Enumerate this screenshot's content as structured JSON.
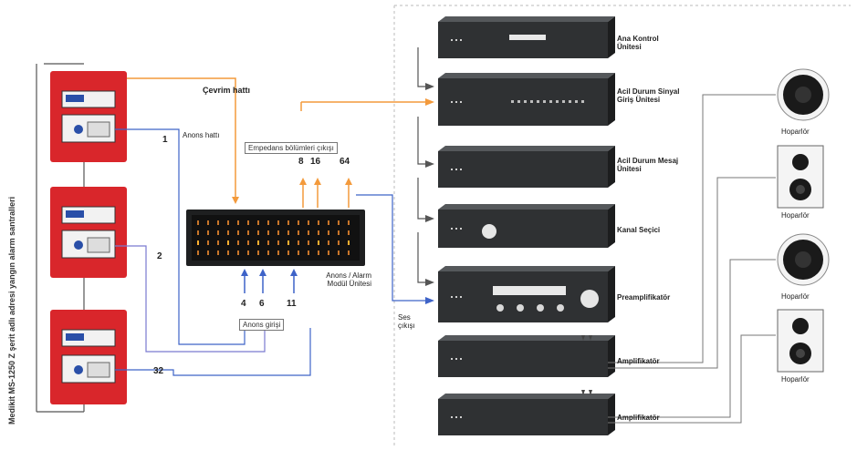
{
  "vertical_caption": "Medikit MS-1250 Z şerit adlı adresi yangın alarm santralleri",
  "labels": {
    "cevrim_hatti": "Çevrim hattı",
    "anons_hatti": "Anons hattı",
    "empedans_box": "Empedans bölümleri çıkışı",
    "main_unit": "Anons / Alarm Modül Ünitesi",
    "anons_girisi": "Anons girişi",
    "ses_cikisi": "Ses çıkışı"
  },
  "numbers": {
    "n1": "1",
    "n2": "2",
    "n32": "32",
    "imp1": "8",
    "imp2": "16",
    "imp3": "64",
    "in1": "4",
    "in2": "6",
    "in3": "11"
  },
  "devices": [
    {
      "label": "Ana Kontrol Ünitesi"
    },
    {
      "label": "Acil Durum Sinyal Giriş Ünitesi"
    },
    {
      "label": "Acil Durum Mesaj Ünitesi"
    },
    {
      "label": "Kanal Seçici"
    },
    {
      "label": "Preamplifikatör"
    },
    {
      "label": "Amplifikatör"
    },
    {
      "label": "Amplifikatör"
    }
  ],
  "speakers": [
    {
      "label": "Hoparlör"
    },
    {
      "label": "Hoparlör"
    },
    {
      "label": "Hoparlör"
    },
    {
      "label": "Hoparlör"
    }
  ],
  "colors": {
    "panel_red": "#d9262b",
    "device_dark": "#2f3133",
    "line_orange": "#f39a3c",
    "line_blue": "#3e63c8",
    "line_gray": "#555555"
  }
}
